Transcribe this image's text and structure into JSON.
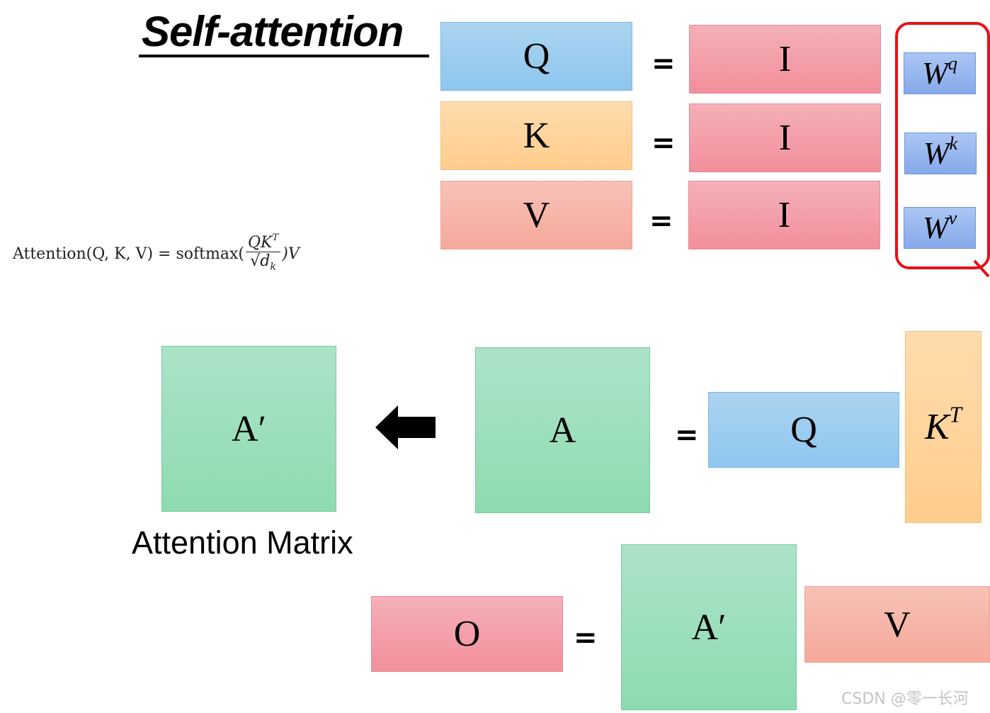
{
  "title": "Self-attention",
  "formula": {
    "lhs": "Attention(Q, K, V) = softmax(",
    "numerator": "QK",
    "numerator_sup": "T",
    "denominator": "√d",
    "denominator_sub": "k",
    "rhs": ")V"
  },
  "top_rows": {
    "q_label": "Q",
    "k_label": "K",
    "v_label": "V",
    "input_label": "I",
    "equals": "="
  },
  "weights": {
    "wq": "W",
    "wq_sup": "q",
    "wk": "W",
    "wk_sup": "k",
    "wv": "W",
    "wv_sup": "v",
    "highlight_color": "#e8101a"
  },
  "attention": {
    "a_prime": "A′",
    "a": "A",
    "q": "Q",
    "kt": "K",
    "kt_sup": "T",
    "equals": "=",
    "caption": "Attention Matrix"
  },
  "output": {
    "o": "O",
    "a_prime": "A′",
    "v": "V",
    "equals": "="
  },
  "watermark": "CSDN @零一长河"
}
